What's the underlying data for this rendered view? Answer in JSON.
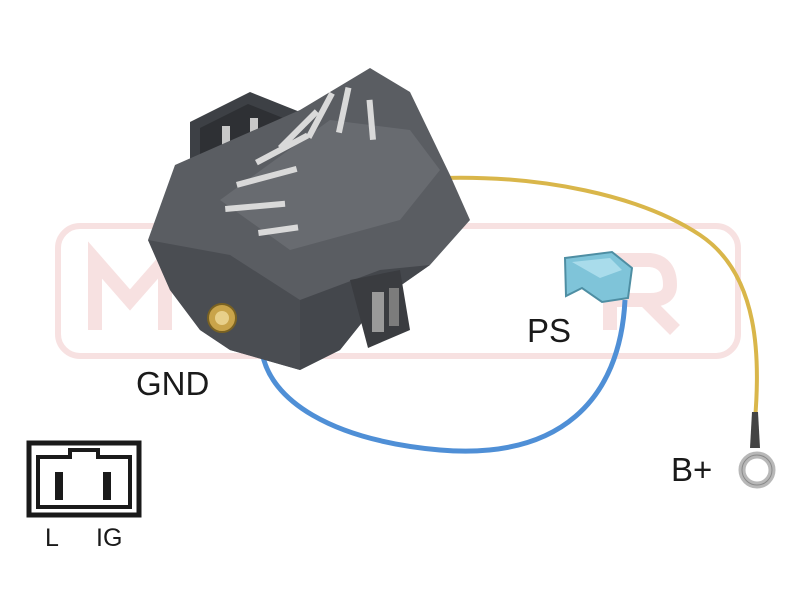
{
  "labels": {
    "gnd": "GND",
    "ps": "PS",
    "b_plus": "B+"
  },
  "connector": {
    "pin_left": "L",
    "pin_right": "IG"
  },
  "colors": {
    "housing": "#5a5d62",
    "housing_dark": "#3d4045",
    "wire_yellow": "#d9b64a",
    "wire_blue": "#4f8fd6",
    "terminal_blue": "#7fc4d9",
    "brass": "#c9a44a",
    "watermark": "#f3d6d6"
  }
}
